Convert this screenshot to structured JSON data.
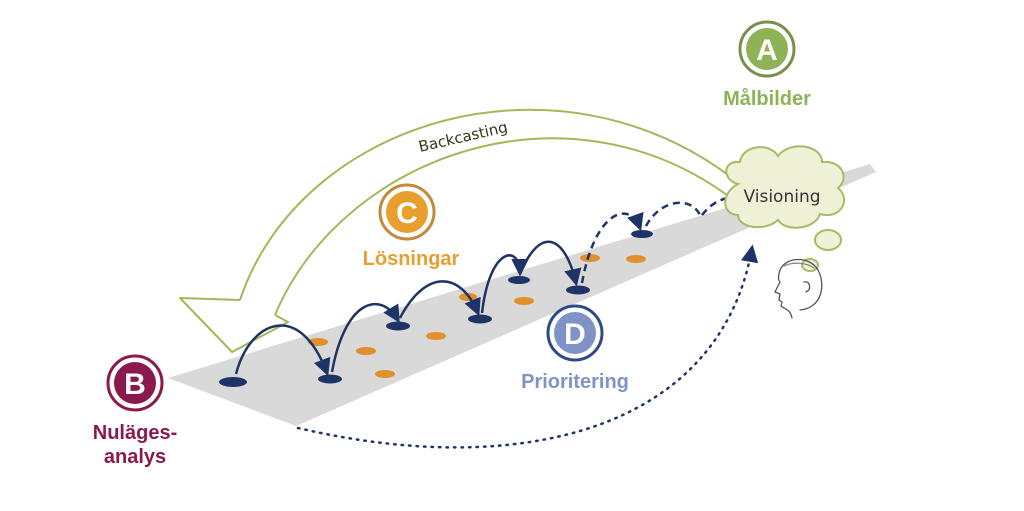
{
  "markers": {
    "a": {
      "letter": "A",
      "label": "Målbilder",
      "color": "#8db356",
      "ring": "#7a8f4a"
    },
    "b": {
      "letter": "B",
      "label_line1": "Nuläges-",
      "label_line2": "analys",
      "color": "#8a1a4e",
      "ring": "#8a1a4e"
    },
    "c": {
      "letter": "C",
      "label": "Lösningar",
      "color": "#e89f2f",
      "ring": "#c38a3a"
    },
    "d": {
      "letter": "D",
      "label": "Prioritering",
      "color": "#7f93c6",
      "ring": "#2d4b86"
    }
  },
  "arrow_backcasting": {
    "label": "Backcasting",
    "color": "#a2b95a"
  },
  "cloud": {
    "label": "Visioning",
    "fill": "#eef1d6",
    "stroke": "#a9b968"
  },
  "colors": {
    "road": "#d9d9d9",
    "step_dots": "#1f3466",
    "option_dots": "#e0902a",
    "hops": "#1f3466",
    "head": "#555555"
  },
  "icons": [
    "person-head-icon",
    "thought-bubble-icon",
    "cloud-icon"
  ]
}
